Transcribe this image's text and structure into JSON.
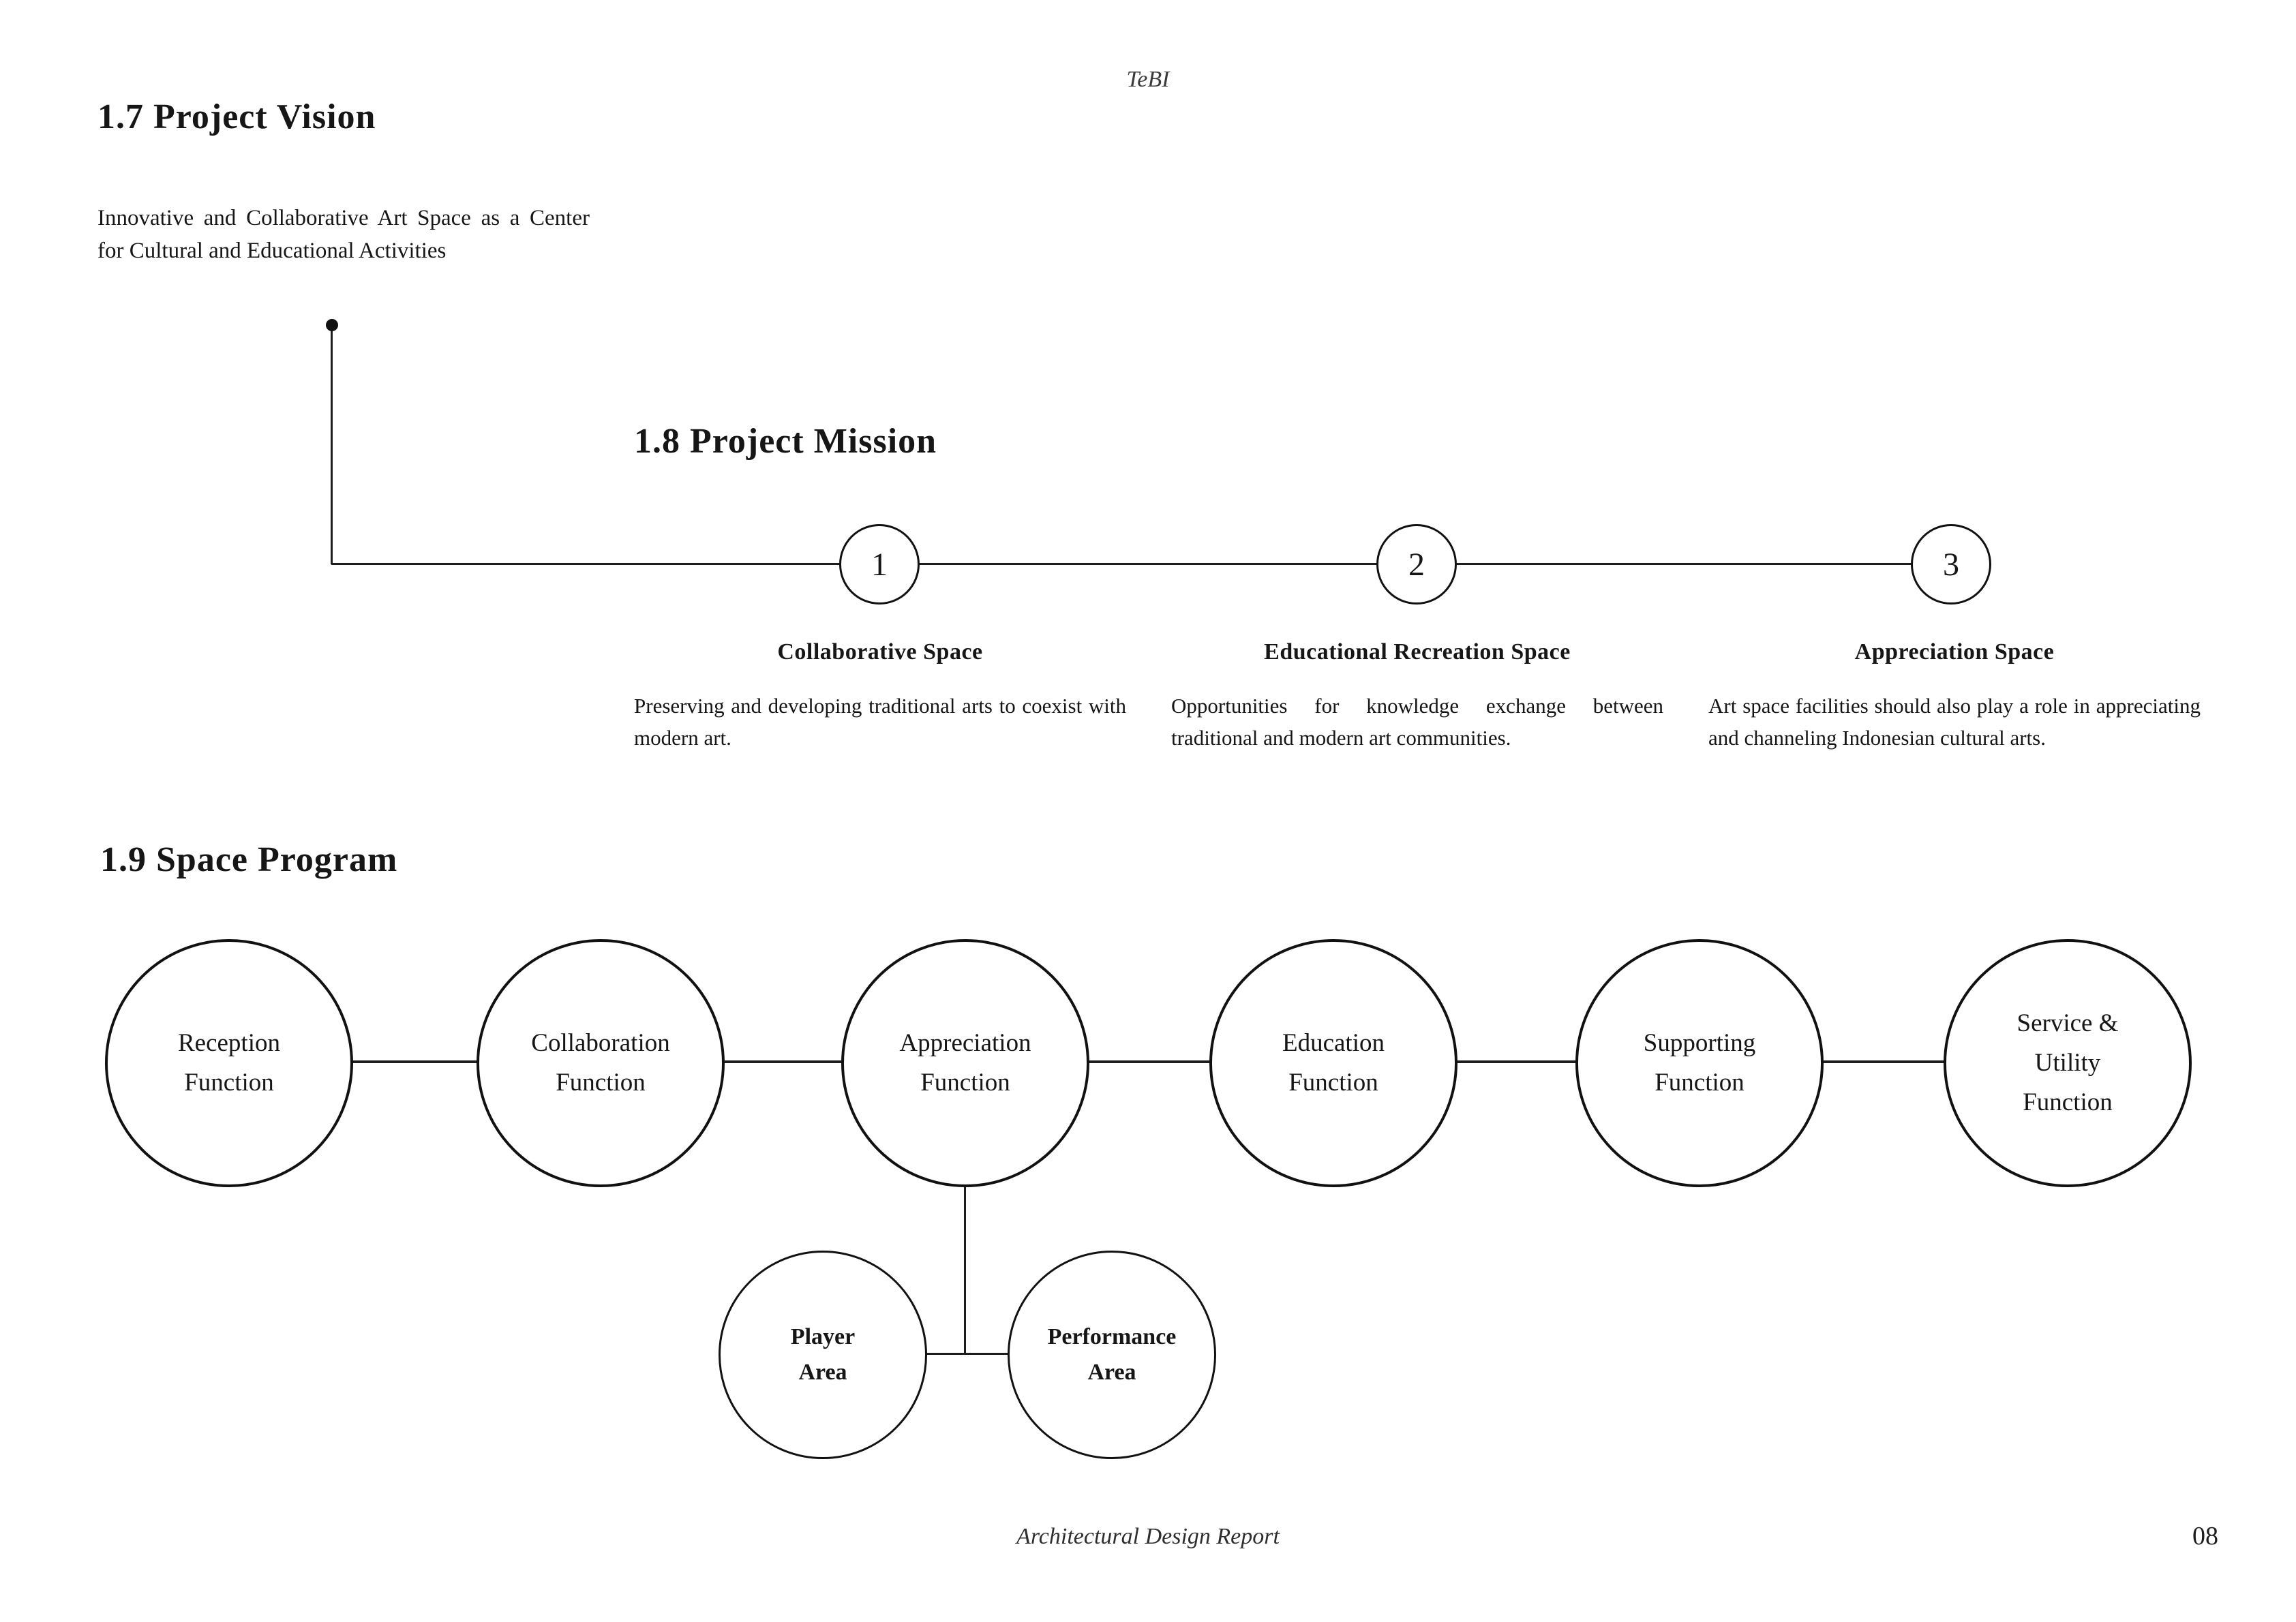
{
  "document": {
    "header_note": "TeBI",
    "footer_label": "Architectural Design Report",
    "page_number": "08"
  },
  "vision": {
    "heading": "1.7 Project Vision",
    "body": "Innovative and Collaborative Art Space as a Center for Cultural and Educational Activities"
  },
  "mission": {
    "heading": "1.8 Project Mission",
    "items": [
      {
        "number": "1",
        "title": "Collaborative Space",
        "description": "Preserving and developing traditional arts to coexist with modern art."
      },
      {
        "number": "2",
        "title": "Educational Recreation Space",
        "description": "Opportunities for knowledge exchange between traditional and modern art communities."
      },
      {
        "number": "3",
        "title": "Appreciation Space",
        "description": "Art space facilities should also play a role in appreciating and channeling Indonesian cultural arts."
      }
    ]
  },
  "space_program": {
    "heading": "1.9 Space Program",
    "nodes": [
      {
        "label": [
          "Reception",
          "Function"
        ]
      },
      {
        "label": [
          "Collaboration",
          "Function"
        ]
      },
      {
        "label": [
          "Appreciation",
          "Function"
        ]
      },
      {
        "label": [
          "Education",
          "Function"
        ]
      },
      {
        "label": [
          "Supporting",
          "Function"
        ]
      },
      {
        "label": [
          "Service &",
          "Utility",
          "Function"
        ]
      }
    ],
    "sub_nodes": [
      {
        "label": [
          "Player",
          "Area"
        ],
        "connected_to": "Appreciation Function"
      },
      {
        "label": [
          "Performance",
          "Area"
        ],
        "connected_to": "Appreciation Function"
      }
    ]
  },
  "colors": {
    "ink": "#161616",
    "line": "#1d1d1d",
    "background": "#ffffff"
  }
}
